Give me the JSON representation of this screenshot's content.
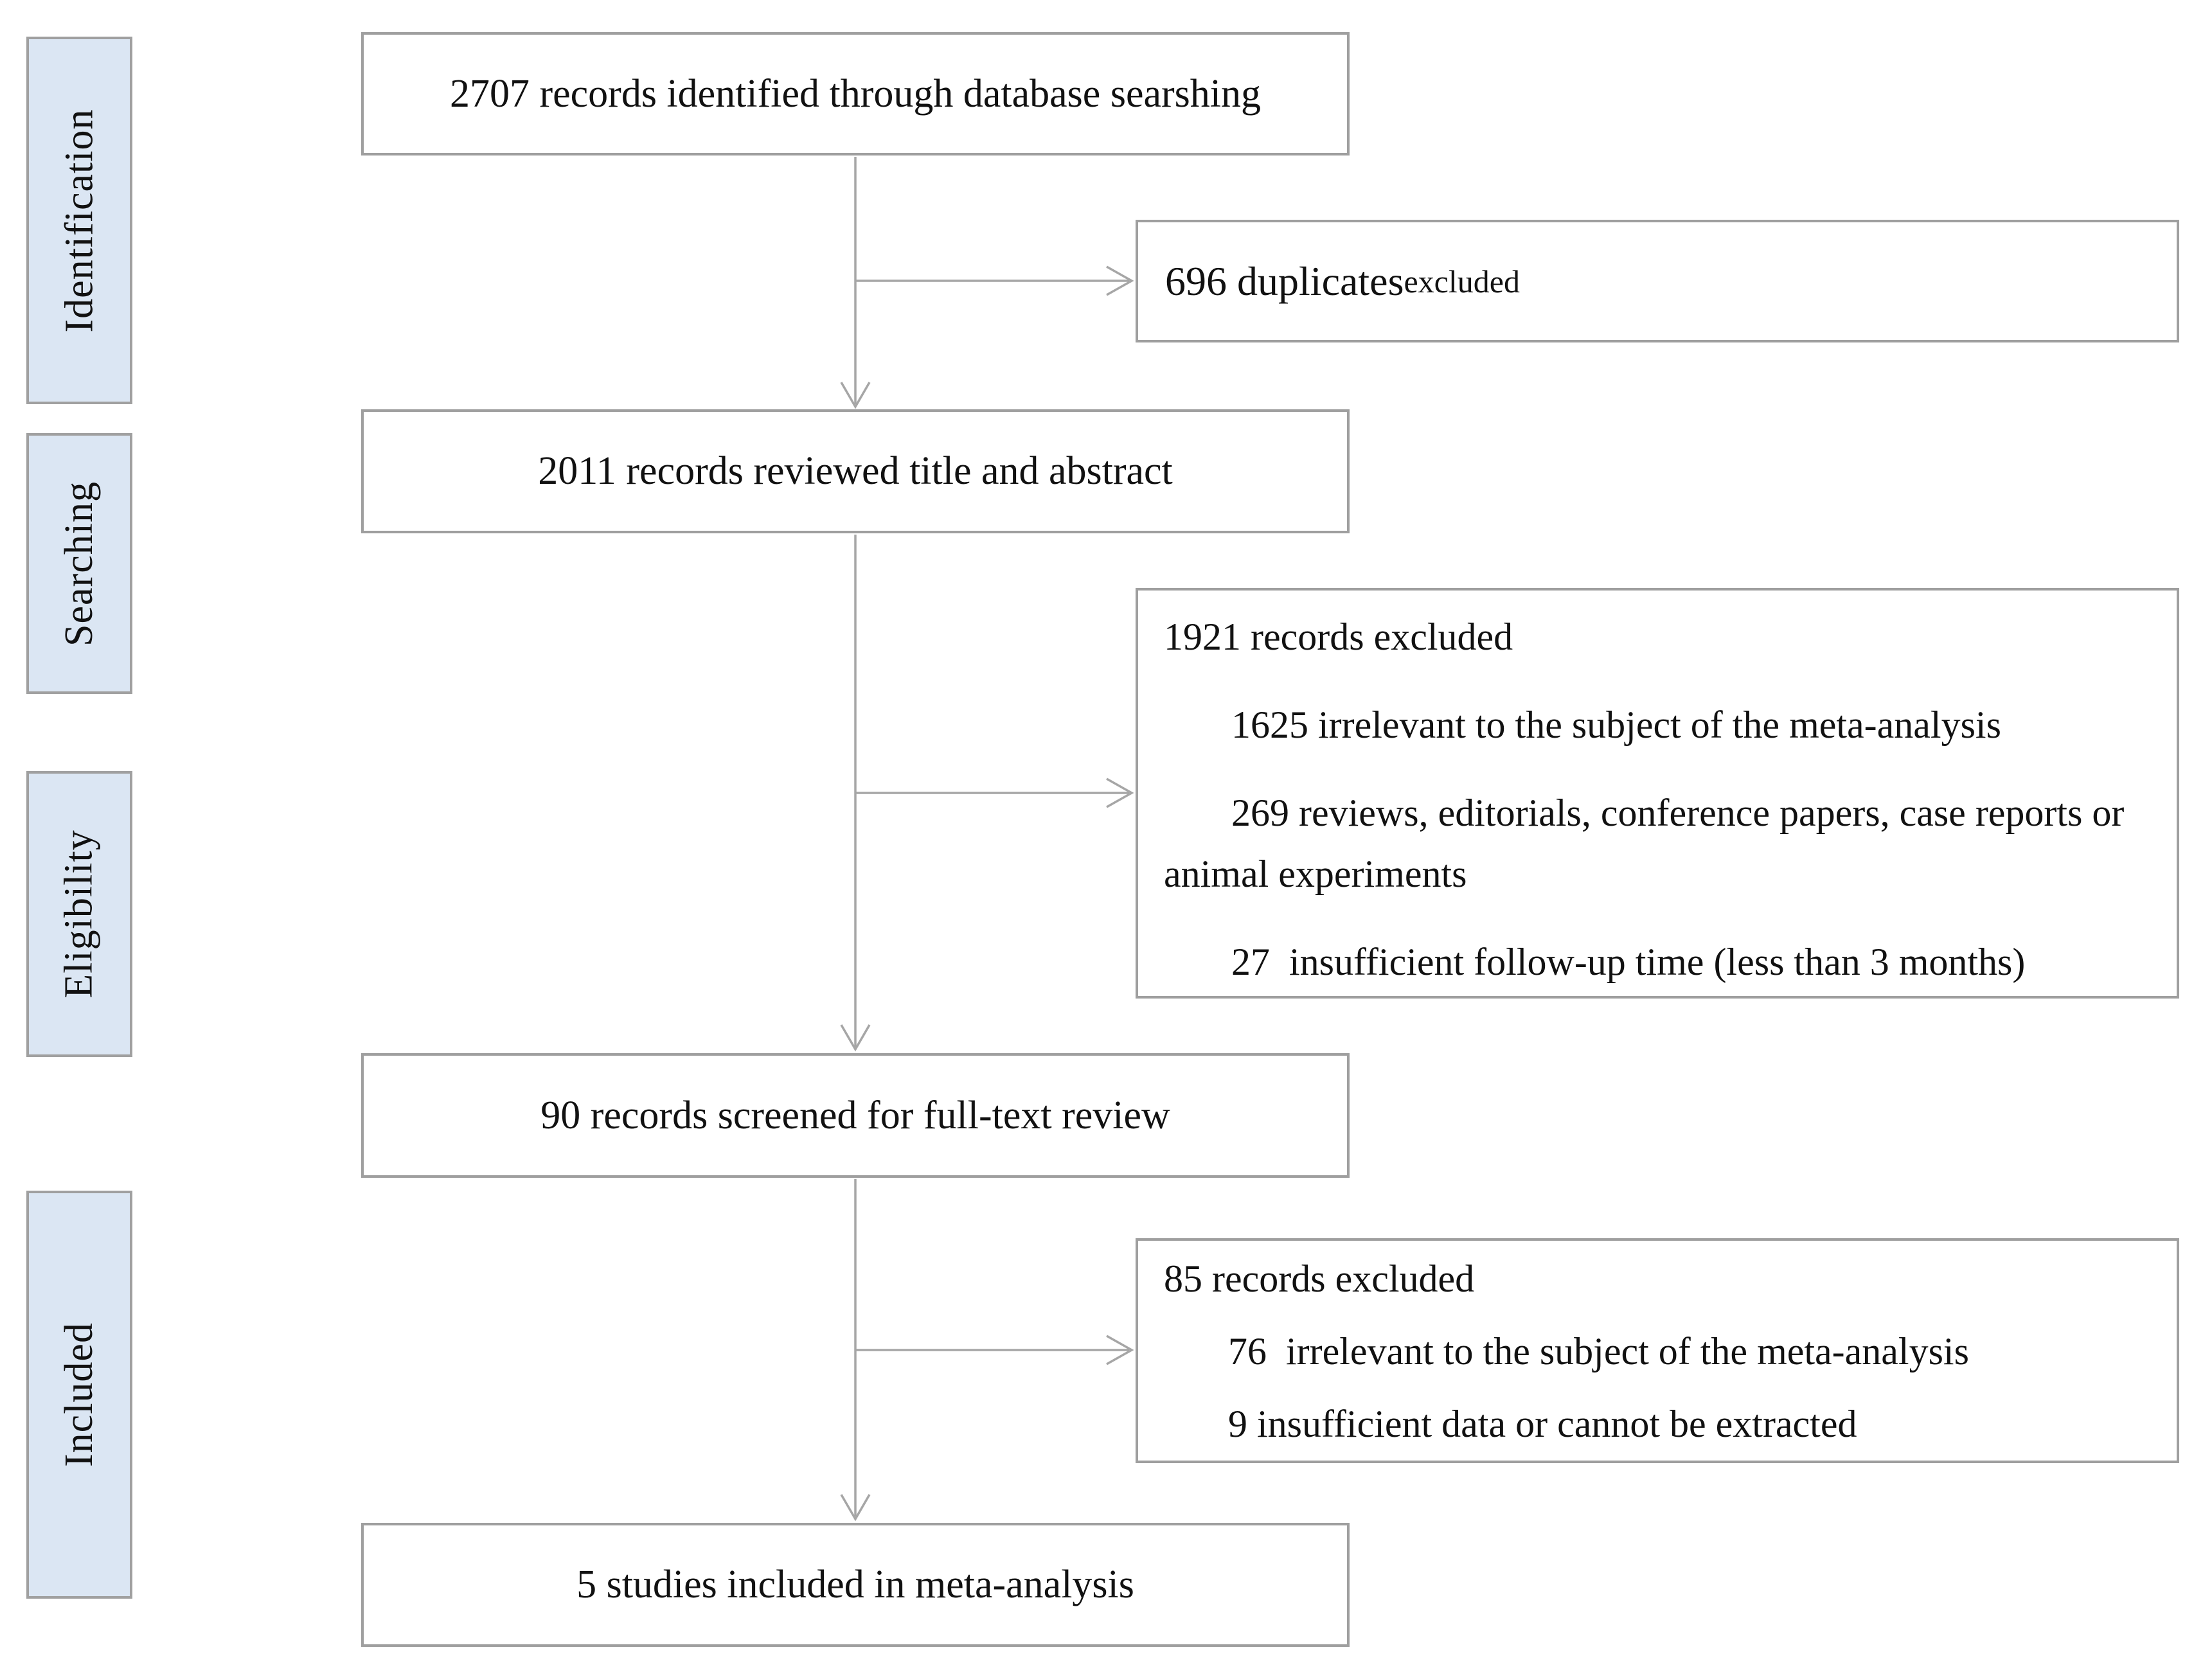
{
  "diagram": {
    "type": "prisma-style flow diagram of study selection for a meta-analysis",
    "stages": [
      {
        "label": "Identification"
      },
      {
        "label": "Searching"
      },
      {
        "label": "Eligibility"
      },
      {
        "label": "Included"
      }
    ],
    "main_boxes": [
      {
        "count": 2707,
        "text": "2707 records identified through database searshing"
      },
      {
        "count": 2011,
        "text": "2011 records reviewed title and abstract"
      },
      {
        "count": 90,
        "text": "90 records screened for full-text review"
      },
      {
        "count": 5,
        "text": "5 studies included in meta-analysis"
      }
    ],
    "exclusion_boxes": [
      {
        "count": 696,
        "text_primary": "696 duplicates",
        "text_secondary": " excluded"
      },
      {
        "count": 1921,
        "title": "1921 records excluded",
        "reasons": [
          {
            "count": 1625,
            "text": "1625 irrelevant to the subject of the meta-analysis"
          },
          {
            "count": 269,
            "text": "269 reviews, editorials, conference papers, case reports or animal experiments"
          },
          {
            "count": 27,
            "text": "27  insufficient follow-up time (less than 3 months)"
          }
        ]
      },
      {
        "count": 85,
        "title": "85 records excluded",
        "reasons": [
          {
            "count": 76,
            "text": "76  irrelevant to the subject of the meta-analysis"
          },
          {
            "count": 9,
            "text": "9 insufficient data or cannot be extracted"
          }
        ]
      }
    ],
    "colors": {
      "stage_fill": "#dbe6f3",
      "box_border": "#9f9f9f",
      "stage_border": "#a0a0a0",
      "arrow": "#a6a6a6",
      "text": "#111111",
      "background": "#ffffff"
    }
  }
}
